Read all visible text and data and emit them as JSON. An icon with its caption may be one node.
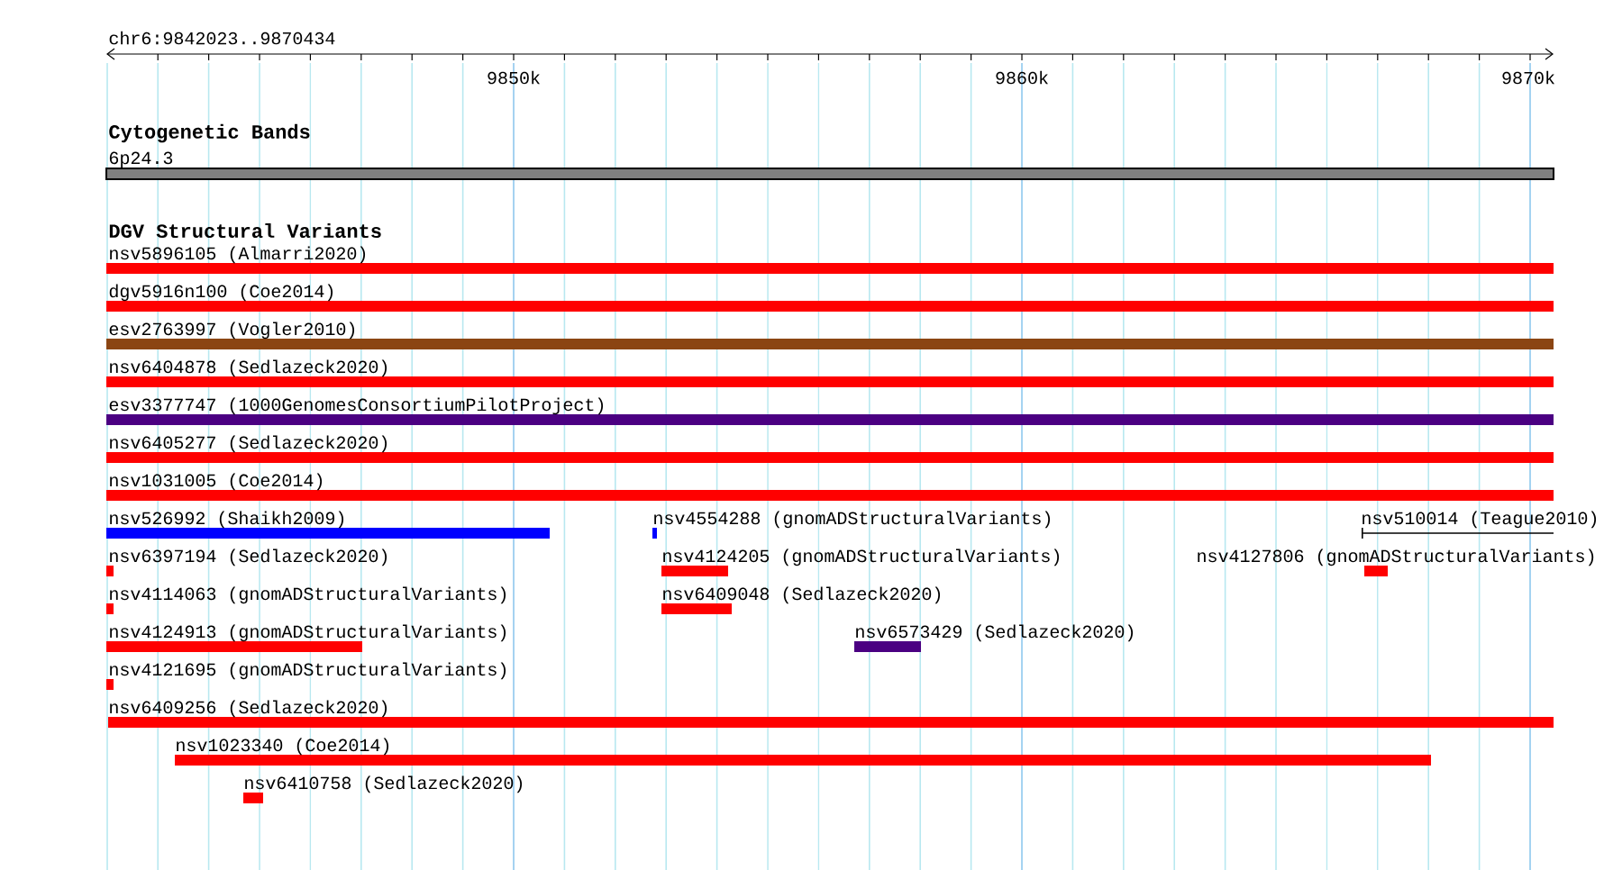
{
  "diagram": {
    "nodes": [
      {
        "text": [
          "6p24.3"
        ]
      },
      {
        "text": [
          "nsv5896105 (Almarri2020)"
        ]
      },
      {
        "text": [
          "dgv5916n100 (Coe2014)"
        ]
      },
      {
        "text": [
          "esv2763997 (Vogler2010)"
        ]
      },
      {
        "text": [
          "nsv6404878 (Sedlazeck2020)"
        ]
      },
      {
        "text": [
          "esv3377747 (1000GenomesConsortiumPilotProject)"
        ]
      },
      {
        "text": [
          "nsv6405277 (Sedlazeck2020)"
        ]
      },
      {
        "text": [
          "nsv1031005 (Coe2014)"
        ]
      },
      {
        "text": [
          "nsv526992 (Shaikh2009)"
        ]
      },
      {
        "text": [
          "nsv4554288 (gnomADStructuralVariants)"
        ]
      },
      {
        "text": [
          "nsv510014 (Teague2010)"
        ]
      },
      {
        "text": [
          "nsv6397194 (Sedlazeck2020)"
        ]
      },
      {
        "text": [
          "nsv4124205 (gnomADStructuralVariants)"
        ]
      },
      {
        "text": [
          "nsv4127806 (gnomADStructuralVariants)"
        ]
      },
      {
        "text": [
          "nsv4114063 (gnomADStructuralVariants)"
        ]
      },
      {
        "text": [
          "nsv6409048 (Sedlazeck2020)"
        ]
      },
      {
        "text": [
          "nsv4124913 (gnomADStructuralVariants)"
        ]
      },
      {
        "text": [
          "nsv6573429 (Sedlazeck2020)"
        ]
      },
      {
        "text": [
          "nsv4121695 (gnomADStructuralVariants)"
        ]
      },
      {
        "text": [
          "nsv6409256 (Sedlazeck2020)"
        ]
      },
      {
        "text": [
          "nsv1023340 (Coe2014)"
        ]
      },
      {
        "text": [
          "nsv6410758 (Sedlazeck2020)"
        ]
      }
    ],
    "labels": [
      "chr6:9842023..9870434",
      "9850k",
      "9860k",
      "9870k",
      "Cytogenetic Bands",
      "DGV Structural Variants"
    ]
  }
}
